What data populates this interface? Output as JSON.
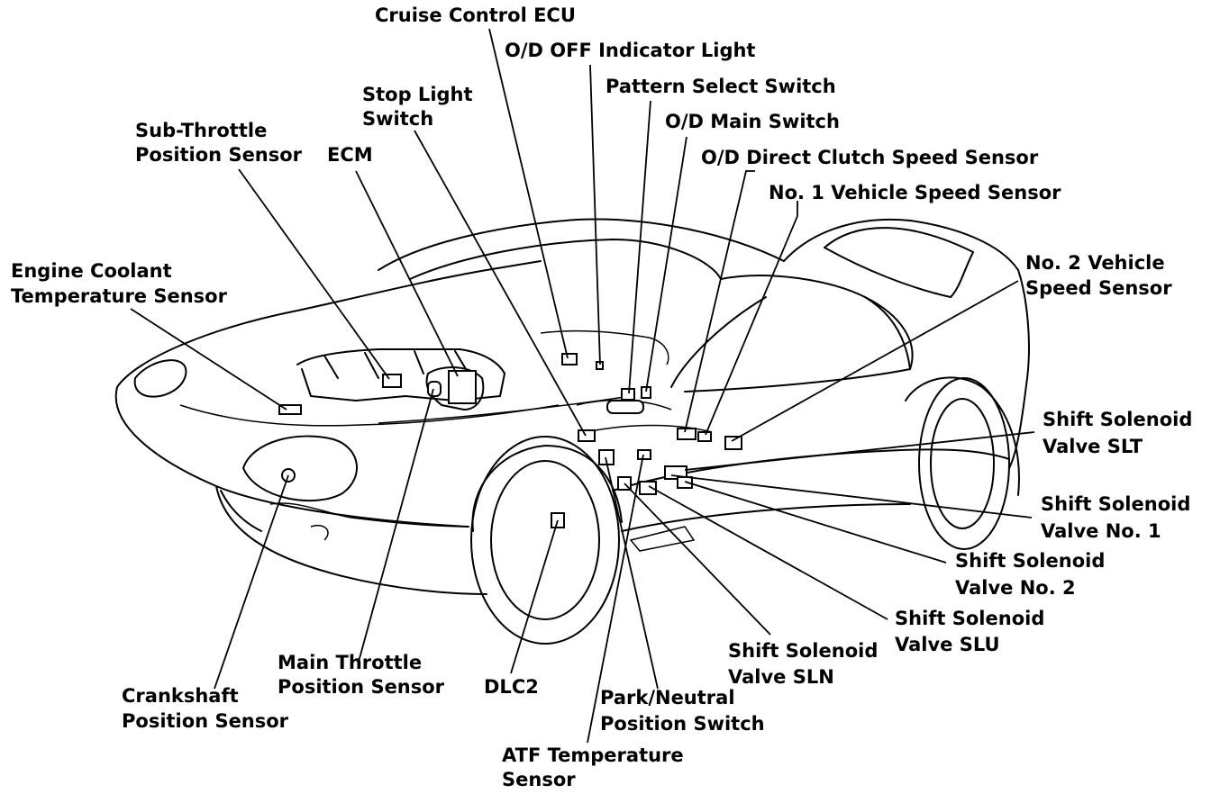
{
  "labels": {
    "cruise_control_ecu": "Cruise Control ECU",
    "od_off_indicator_light": "O/D OFF Indicator Light",
    "pattern_select_switch": "Pattern Select Switch",
    "od_main_switch": "O/D Main Switch",
    "od_direct_clutch_speed_sensor": "O/D Direct Clutch Speed Sensor",
    "no1_vehicle_speed_sensor": "No. 1 Vehicle Speed Sensor",
    "no2_vehicle_speed_sensor": [
      "No. 2 Vehicle",
      "Speed Sensor"
    ],
    "stop_light_switch": [
      "Stop Light",
      "Switch"
    ],
    "sub_throttle_position_sensor": [
      "Sub-Throttle",
      "Position Sensor"
    ],
    "ecm": "ECM",
    "engine_coolant_temperature_sensor": [
      "Engine Coolant",
      "Temperature Sensor"
    ],
    "shift_solenoid_valve_slt": [
      "Shift Solenoid",
      "Valve SLT"
    ],
    "shift_solenoid_valve_no1": [
      "Shift Solenoid",
      "Valve No. 1"
    ],
    "shift_solenoid_valve_no2": [
      "Shift Solenoid",
      "Valve No. 2"
    ],
    "shift_solenoid_valve_slu": [
      "Shift Solenoid",
      "Valve SLU"
    ],
    "shift_solenoid_valve_sln": [
      "Shift Solenoid",
      "Valve SLN"
    ],
    "park_neutral_position_switch": [
      "Park/Neutral",
      "Position Switch"
    ],
    "atf_temperature_sensor": [
      "ATF Temperature",
      "Sensor"
    ],
    "dlc2": "DLC2",
    "main_throttle_position_sensor": [
      "Main Throttle",
      "Position Sensor"
    ],
    "crankshaft_position_sensor": [
      "Crankshaft",
      "Position Sensor"
    ]
  }
}
